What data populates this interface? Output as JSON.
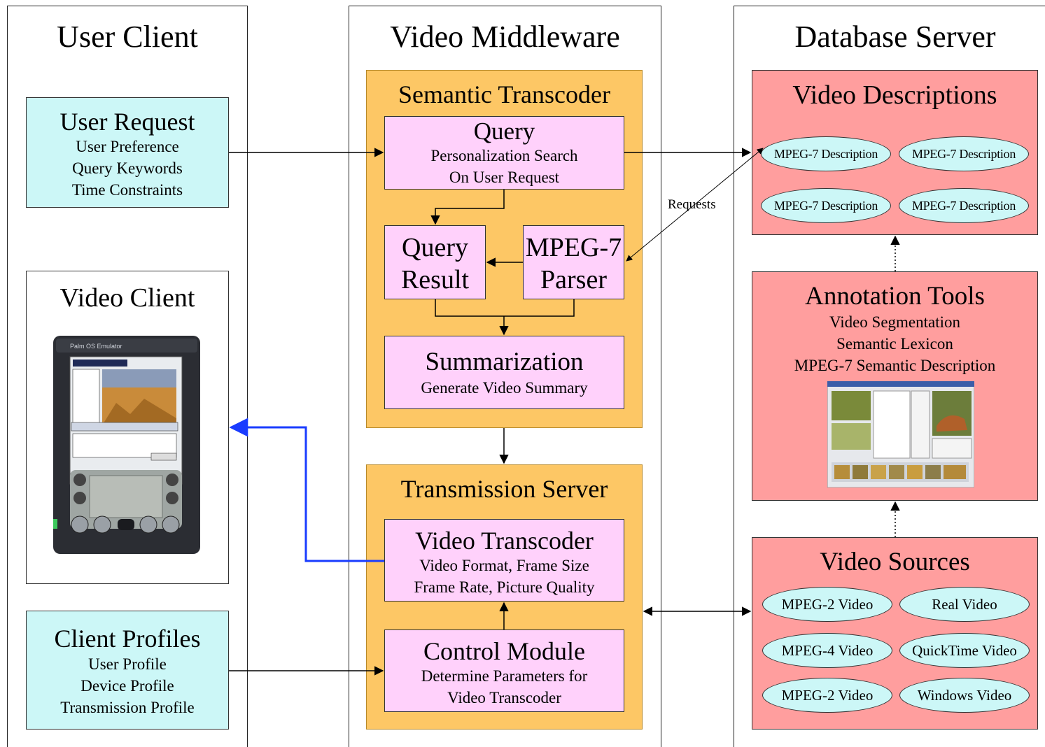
{
  "columns": {
    "user_client": "User Client",
    "middleware": "Video Middleware",
    "database": "Database Server"
  },
  "user_request": {
    "title": "User Request",
    "lines": [
      "User Preference",
      "Query Keywords",
      "Time Constraints"
    ]
  },
  "video_client": {
    "title": "Video Client"
  },
  "client_profiles": {
    "title": "Client Profiles",
    "lines": [
      "User Profile",
      "Device Profile",
      "Transmission Profile"
    ]
  },
  "semantic_transcoder": {
    "title": "Semantic Transcoder",
    "query": {
      "title": "Query",
      "lines": [
        "Personalization Search",
        "On User Request"
      ]
    },
    "query_result": {
      "line1": "Query",
      "line2": "Result"
    },
    "mpeg7_parser": {
      "line1": "MPEG-7",
      "line2": "Parser"
    },
    "summarization": {
      "title": "Summarization",
      "line": "Generate Video Summary"
    }
  },
  "transmission_server": {
    "title": "Transmission Server",
    "video_transcoder": {
      "title": "Video Transcoder",
      "lines": [
        "Video Format, Frame Size",
        "Frame Rate, Picture Quality"
      ]
    },
    "control_module": {
      "title": "Control Module",
      "lines": [
        "Determine Parameters for",
        "Video Transcoder"
      ]
    }
  },
  "video_descriptions": {
    "title": "Video Descriptions",
    "items": [
      "MPEG-7 Description",
      "MPEG-7 Description",
      "MPEG-7 Description",
      "MPEG-7 Description"
    ]
  },
  "requests_label": "Requests",
  "annotation_tools": {
    "title": "Annotation Tools",
    "lines": [
      "Video Segmentation",
      "Semantic Lexicon",
      "MPEG-7 Semantic Description"
    ]
  },
  "video_sources": {
    "title": "Video Sources",
    "items": [
      "MPEG-2 Video",
      "Real Video",
      "MPEG-4 Video",
      "QuickTime Video",
      "MPEG-2 Video",
      "Windows Video"
    ]
  },
  "colors": {
    "client_box": "#ccf7f7",
    "middleware_group": "#fdc765",
    "middleware_module": "#ffd1fb",
    "database_box": "#ff9e9e",
    "client_arrow": "#1a3cff"
  },
  "icons": [
    "pda-device-icon",
    "annotation-tool-screenshot-icon"
  ]
}
